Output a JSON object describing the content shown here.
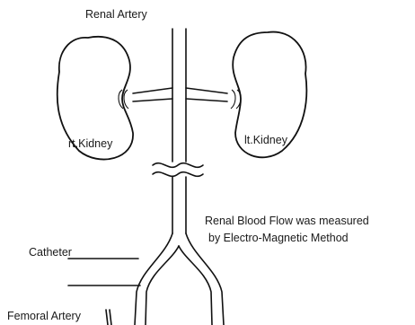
{
  "labels": {
    "renal_artery": "Renal Artery",
    "right_kidney": "rt.Kidney",
    "left_kidney": "lt.Kidney",
    "note_line1": "Renal Blood Flow was measured",
    "note_line2": "by Electro-Magnetic Method",
    "catheter": "Catheter",
    "femoral_artery": "Femoral Artery"
  },
  "colors": {
    "stroke": "#111111",
    "background": "#ffffff"
  }
}
